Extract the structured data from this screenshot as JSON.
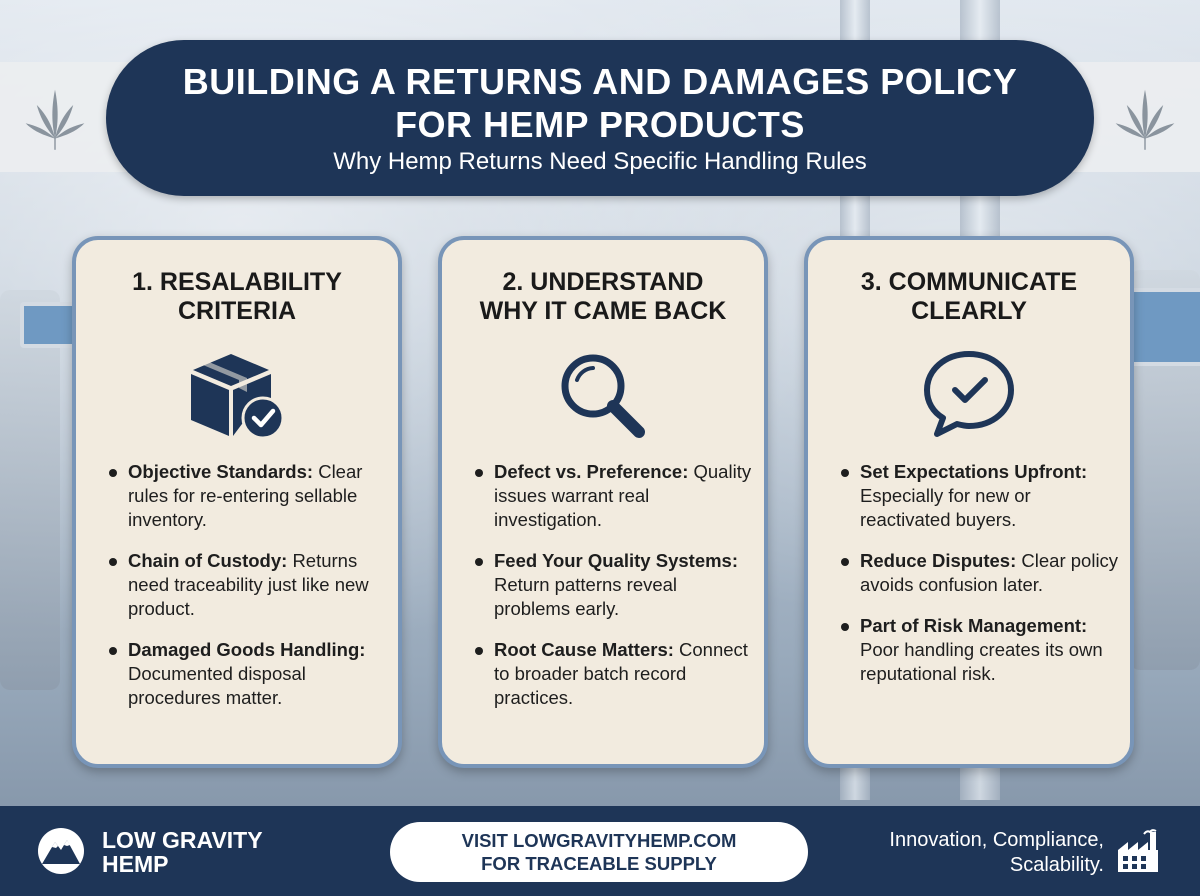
{
  "header": {
    "title_line1": "BUILDING A RETURNS AND DAMAGES POLICY",
    "title_line2": "FOR HEMP PRODUCTS",
    "subtitle": "Why Hemp Returns Need Specific Handling Rules",
    "decor_icon": "hemp-leaf-icon"
  },
  "cards": [
    {
      "title_line1": "1. RESALABILITY",
      "title_line2": "CRITERIA",
      "icon": "box-check-icon",
      "bullets": [
        {
          "bold": "Objective Standards:",
          "text": "Clear rules for re-entering sellable inventory."
        },
        {
          "bold": "Chain of Custody:",
          "text": "Returns need traceability just like new product."
        },
        {
          "bold": "Damaged Goods Handling:",
          "text": "Documented disposal procedures matter."
        }
      ]
    },
    {
      "title_line1": "2. UNDERSTAND",
      "title_line2": "WHY IT CAME BACK",
      "icon": "magnifying-glass-icon",
      "bullets": [
        {
          "bold": "Defect vs. Preference:",
          "text": "Quality issues warrant real investigation."
        },
        {
          "bold": "Feed Your Quality Systems:",
          "text": "Return patterns reveal problems early."
        },
        {
          "bold": "Root Cause Matters:",
          "text": "Connect to broader batch record practices."
        }
      ]
    },
    {
      "title_line1": "3. COMMUNICATE",
      "title_line2": "CLEARLY",
      "icon": "speech-bubble-check-icon",
      "bullets": [
        {
          "bold": "Set Expectations Upfront:",
          "text": "Especially for new or reactivated buyers."
        },
        {
          "bold": "Reduce Disputes:",
          "text": "Clear policy avoids confusion later."
        },
        {
          "bold": "Part of Risk Management:",
          "text": "Poor handling creates its own reputational risk."
        }
      ]
    }
  ],
  "footer": {
    "brand_line1": "LOW GRAVITY",
    "brand_line2": "HEMP",
    "cta_line1": "VISIT LOWGRAVITYHEMP.COM",
    "cta_line2": "FOR TRACEABLE SUPPLY",
    "tagline_line1": "Innovation, Compliance,",
    "tagline_line2": "Scalability.",
    "logo_icon": "mountain-logo-icon",
    "factory_icon": "factory-icon"
  },
  "colors": {
    "navy": "#1e3557",
    "card_bg": "#f2ebdf",
    "card_border": "#7895b8"
  }
}
